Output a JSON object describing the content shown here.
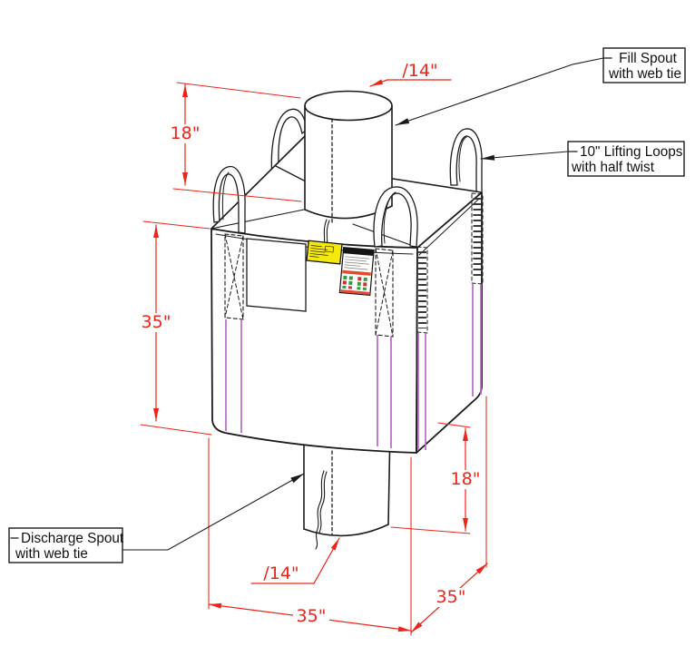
{
  "colors": {
    "background": "#ffffff",
    "line": "#1b1b1b",
    "dimension": "#ee2418",
    "seam": "#b469c6",
    "warning_label": "#f4e90c",
    "safety_bar": "#e64a2e",
    "safety_green": "#2f9e3f",
    "safety_red": "#d03030"
  },
  "callouts": {
    "fill_spout": {
      "line1": "Fill Spout",
      "line2": "with web tie"
    },
    "lifting_loops": {
      "line1": "10\" Lifting Loops",
      "line2": "with half twist"
    },
    "discharge_spout": {
      "line1": "Discharge Spout",
      "line2": "with web tie"
    }
  },
  "dimensions": {
    "fill_spout_height": "18\"",
    "fill_spout_diameter": "∕14\"",
    "bag_height": "35\"",
    "discharge_spout_height": "18\"",
    "discharge_spout_diameter": "∕14\"",
    "bag_width": "35\"",
    "bag_depth": "35\""
  }
}
